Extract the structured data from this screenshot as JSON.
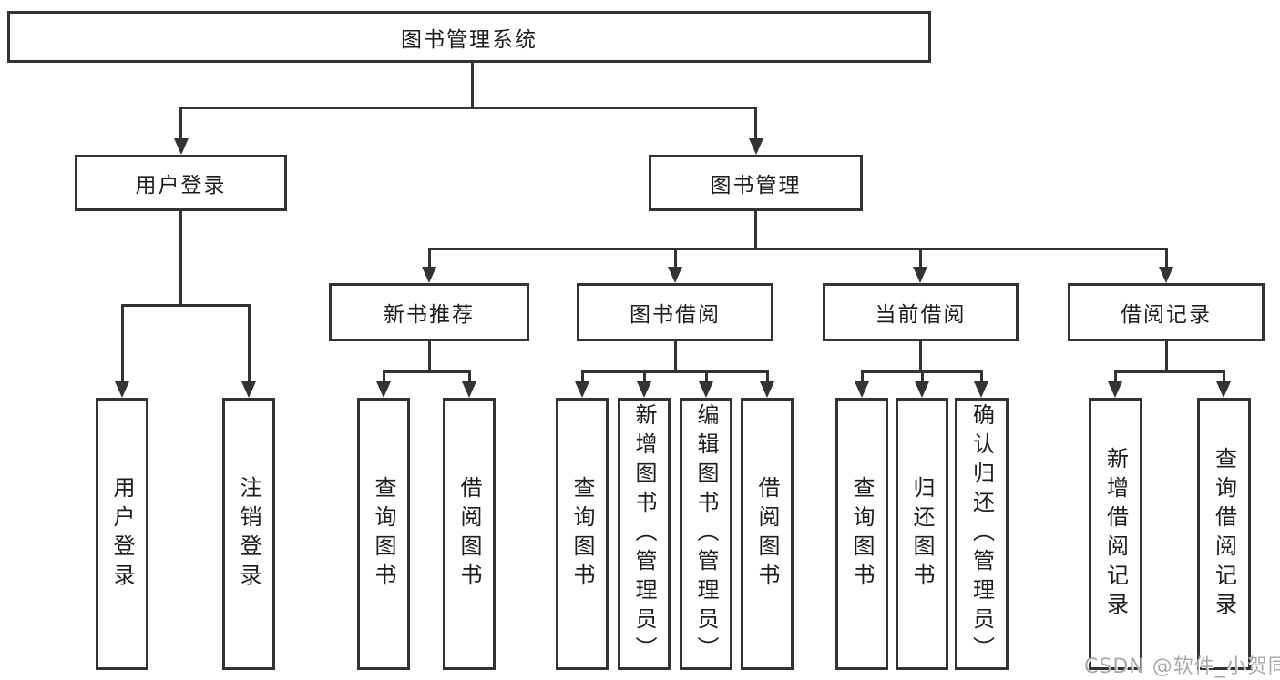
{
  "diagram": {
    "root": "图书管理系统",
    "level2": {
      "user_login": "用户登录",
      "book_mgmt": "图书管理"
    },
    "level3": {
      "recommend": "新书推荐",
      "borrow": "图书借阅",
      "current": "当前借阅",
      "records": "借阅记录"
    },
    "leaves": {
      "login": [
        "用户登录",
        "注销登录"
      ],
      "recommend": [
        "查询图书",
        "借阅图书"
      ],
      "borrow": [
        "查询图书",
        "新增图书（管理员）",
        "编辑图书（管理员）",
        "借阅图书"
      ],
      "current": [
        "查询图书",
        "归还图书",
        "确认归还（管理员）"
      ],
      "records": [
        "新增借阅记录",
        "查询借阅记录"
      ]
    }
  },
  "watermark": "CSDN @软件_小贺同学",
  "colors": {
    "line": "#333333",
    "text": "#1d1d1d",
    "background": "#ffffff",
    "watermark": "#a9a9a9"
  }
}
